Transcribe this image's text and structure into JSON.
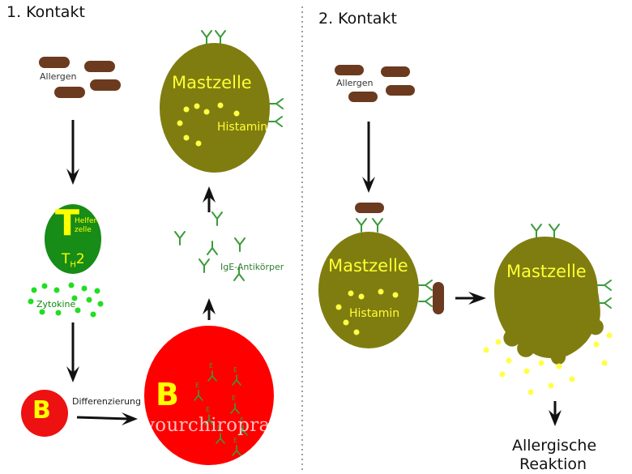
{
  "panels": {
    "first_contact_title": "1. Kontakt",
    "second_contact_title": "2. Kontakt"
  },
  "labels": {
    "allergen": "Allergen",
    "t_cell_letter": "T",
    "t_cell_helper": "Helfer-\nzelle",
    "t_cell_subtype_main": "T",
    "t_cell_subtype_sub": "H",
    "t_cell_subtype_num": "2",
    "cytokines": "Zytokine",
    "b_cell_letter": "B",
    "differentiation": "Differenzierung",
    "ige_antibody": "IgE-Antikörper",
    "ige_marker": "E",
    "mast_cell": "Mastzelle",
    "histamine": "Histamin",
    "allergic_reaction_line1": "Allergische",
    "allergic_reaction_line2": "Reaktion"
  },
  "watermark": "yourchiropractichealth.com",
  "colors": {
    "mast_cell": "#7f7d10",
    "t_cell": "#178c17",
    "plasma_cell": "#ff0000",
    "b_cell": "#ee1111",
    "allergen": "#6b3a1f",
    "antibody": "#3b9b3b",
    "histamine_granule": "#ffff44",
    "cytokine": "#22dd22",
    "cell_letter": "#ffff00"
  }
}
